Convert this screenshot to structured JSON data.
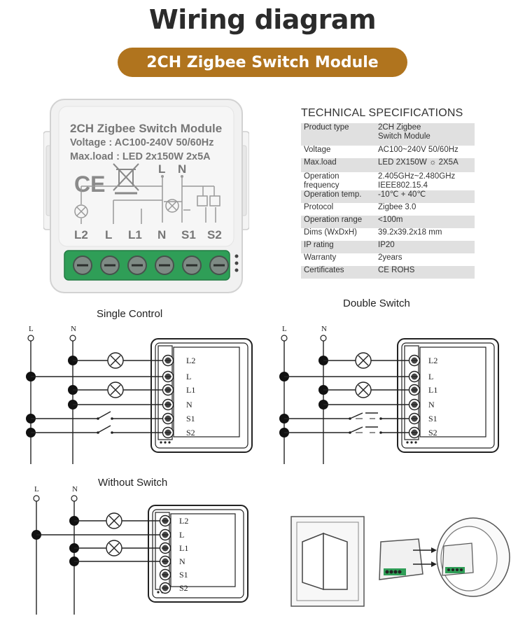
{
  "header": {
    "title": "Wiring diagram",
    "subtitle": "2CH Zigbee Switch Module"
  },
  "module": {
    "name": "2CH Zigbee Switch Module",
    "voltage": "Voltage : AC100-240V 50/60Hz",
    "maxload": "Max.load : LED 2x150W 2x5A",
    "ce_mark": "CE",
    "top_labels": [
      "L",
      "N"
    ],
    "terminal_labels": [
      "L2",
      "L",
      "L1",
      "N",
      "S1",
      "S2"
    ]
  },
  "specs": {
    "title": "TECHNICAL SPECIFICATIONS",
    "rows": [
      {
        "key": "Product type",
        "value": "2CH Zigbee\nSwitch Module"
      },
      {
        "key": "Voltage",
        "value": "AC100~240V 50/60Hz"
      },
      {
        "key": "Max.load",
        "value": "LED 2X150W  ☼  2X5A"
      },
      {
        "key": "Operation\nfrequency",
        "value": "2.405GHz~2.480GHz\nIEEE802.15.4"
      },
      {
        "key": "Operation temp.",
        "value": "-10℃ + 40℃"
      },
      {
        "key": "Protocol",
        "value": "Zigbee  3.0"
      },
      {
        "key": "Operation range",
        "value": "<100m"
      },
      {
        "key": "Dims (WxDxH)",
        "value": "39.2x39.2x18 mm"
      },
      {
        "key": "IP rating",
        "value": "IP20"
      },
      {
        "key": "Warranty",
        "value": "2years"
      },
      {
        "key": "Certificates",
        "value": "CE ROHS"
      }
    ]
  },
  "diagrams": {
    "single_control": "Single Control",
    "double_switch": "Double Switch",
    "without_switch": "Without Switch",
    "line_labels": [
      "L",
      "N"
    ],
    "terminals": [
      "L2",
      "L",
      "L1",
      "N",
      "S1",
      "S2"
    ]
  },
  "colors": {
    "pill": "#b0741e",
    "terminal_green": "#2f9e57",
    "module_body": "#f1f1f1"
  }
}
